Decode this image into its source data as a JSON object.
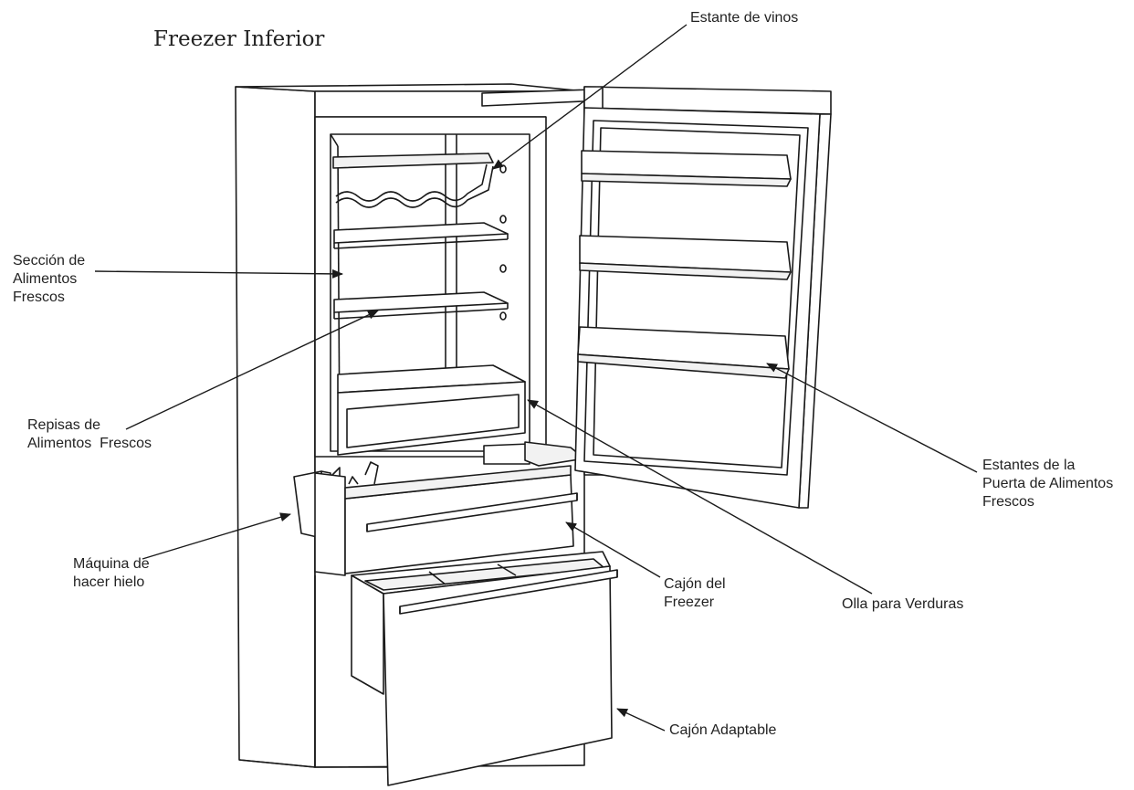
{
  "title": "Freezer Inferior",
  "colors": {
    "ink": "#1a1a1a",
    "background": "#ffffff",
    "panel": "#f2f2f2"
  },
  "labels": {
    "wine_rack": [
      "Estante de vinos"
    ],
    "fresh_section": [
      "Sección de",
      "Alimentos",
      "Frescos"
    ],
    "fresh_shelves": [
      "Repisas de",
      "Alimentos  Frescos"
    ],
    "ice_maker": [
      "Máquina de",
      "hacer hielo"
    ],
    "freezer_drawer": [
      "Cajón del",
      "Freezer"
    ],
    "vegetable_bin": [
      "Olla para Verduras"
    ],
    "door_shelves": [
      "Estantes de la",
      "Puerta de Alimentos",
      "Frescos"
    ],
    "adaptable_drawer": [
      "Cajón Adaptable"
    ]
  }
}
